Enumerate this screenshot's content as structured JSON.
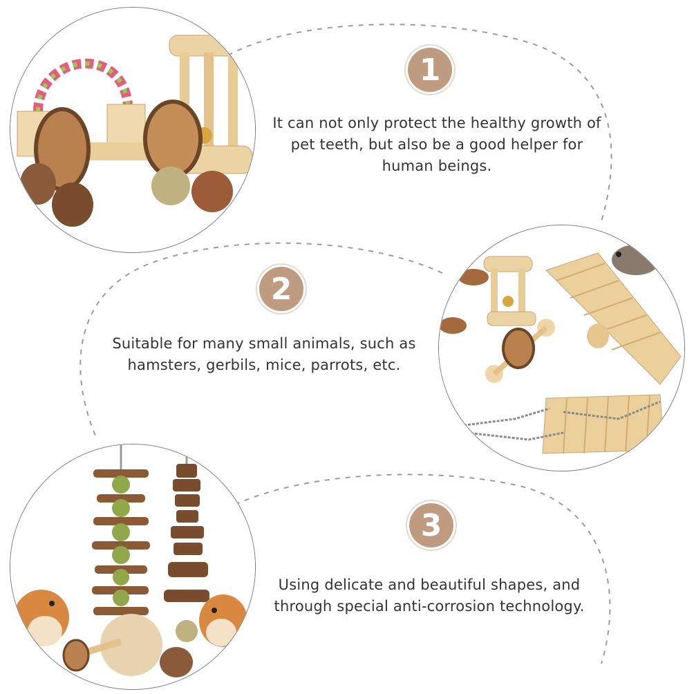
{
  "colors": {
    "badge": "#bf9c7f",
    "text": "#333333",
    "dash": "#9a9a9a"
  },
  "features": [
    {
      "number": "1",
      "text": "It can not only protect the healthy growth of pet teeth, but also be a good helper for human beings."
    },
    {
      "number": "2",
      "text": "Suitable for many small animals, such as hamsters, gerbils, mice, parrots, etc."
    },
    {
      "number": "3",
      "text": "Using delicate and beautiful shapes, and through special anti-corrosion technology."
    }
  ],
  "photos": [
    {
      "icon": "wooden-chew-toy-set-icon"
    },
    {
      "icon": "seesaw-and-ladder-toys-icon"
    },
    {
      "icon": "hanging-chew-sticks-with-hamsters-icon"
    }
  ]
}
